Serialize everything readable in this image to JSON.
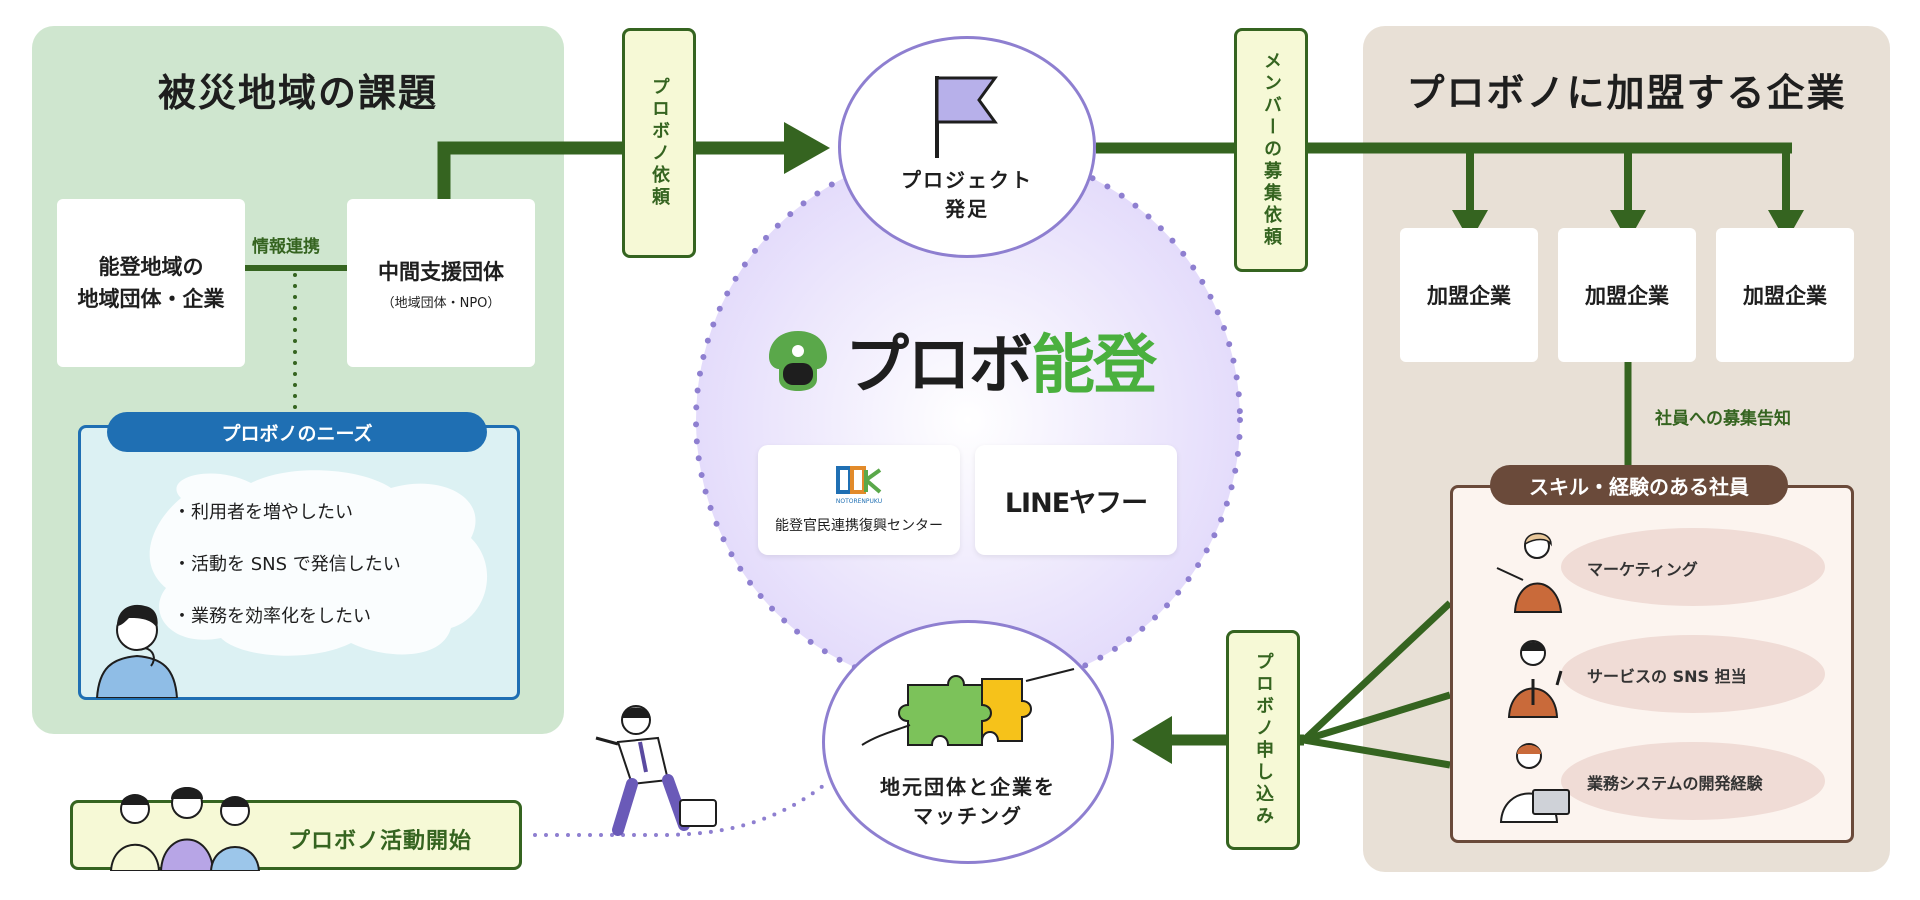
{
  "left_panel": {
    "title": "被災地域の課題",
    "box1_line1": "能登地域の",
    "box1_line2": "地域団体・企業",
    "link_label": "情報連携",
    "box2_title": "中間支援団体",
    "box2_sub": "（地域団体・NPO）",
    "needs": {
      "title": "プロボノのニーズ",
      "items": [
        "・利用者を増やしたい",
        "・活動を SNS で発信したい",
        "・業務を効率化をしたい"
      ]
    }
  },
  "flow": {
    "request_label": "プロボノ依頼",
    "recruit_label": "メンバーの募集依頼",
    "apply_label": "プロボノ申し込み",
    "notify_label": "社員への募集告知"
  },
  "center": {
    "project_line1": "プロジェクト",
    "project_line2": "発足",
    "brand_kana": "プロボ",
    "brand_kanji": "能登",
    "logo1_mark_text": "NOTORENPUKU",
    "logo1_caption": "能登官民連携復興センター",
    "logo2_text": "LINEヤフー",
    "match_line1": "地元団体と企業を",
    "match_line2": "マッチング"
  },
  "right_panel": {
    "title": "プロボノに加盟する企業",
    "companies": [
      "加盟企業",
      "加盟企業",
      "加盟企業"
    ],
    "skills": {
      "title": "スキル・経験のある社員",
      "items": [
        "マーケティング",
        "サービスの SNS 担当",
        "業務システムの開発経験"
      ]
    }
  },
  "start_label": "プロボノ活動開始",
  "colors": {
    "dark_green": "#356420",
    "left_panel_bg": "#cfe6cf",
    "right_panel_bg": "#e8e0d6",
    "needs_blue": "#1f6fb3",
    "purple": "#8e7fd0",
    "brown": "#6a4a3a"
  }
}
